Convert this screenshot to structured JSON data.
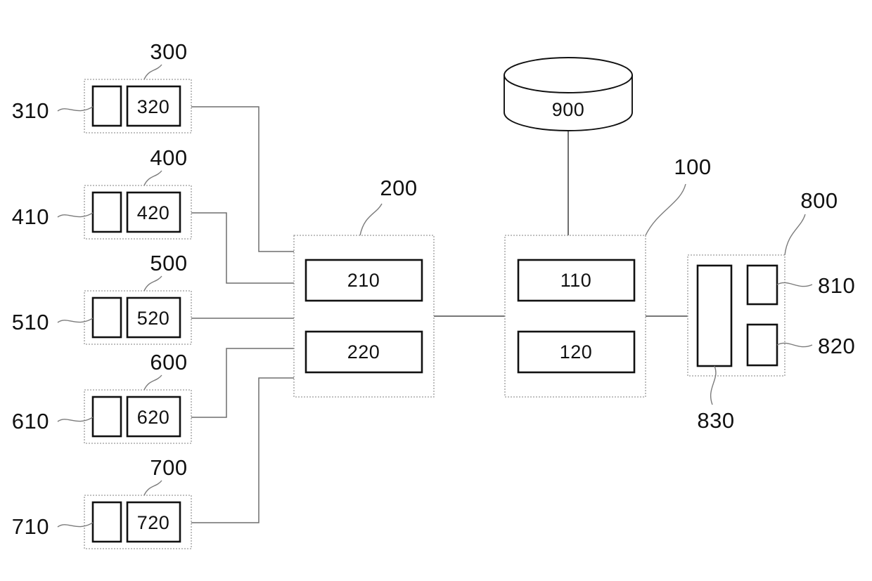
{
  "figure": {
    "type": "patent-block-diagram",
    "background": "#ffffff",
    "stroke_color": "#111111",
    "dotted_stroke_color": "#9a9a9a",
    "connector_color": "#6f6f6f"
  },
  "devices": [
    {
      "group_label": "300",
      "side_label": "310",
      "inner_label": "320"
    },
    {
      "group_label": "400",
      "side_label": "410",
      "inner_label": "420"
    },
    {
      "group_label": "500",
      "side_label": "510",
      "inner_label": "520"
    },
    {
      "group_label": "600",
      "side_label": "610",
      "inner_label": "620"
    },
    {
      "group_label": "700",
      "side_label": "710",
      "inner_label": "720"
    }
  ],
  "gateway": {
    "group_label": "200",
    "modules": [
      {
        "label": "210"
      },
      {
        "label": "220"
      }
    ]
  },
  "server": {
    "group_label": "100",
    "modules": [
      {
        "label": "110"
      },
      {
        "label": "120"
      }
    ]
  },
  "database": {
    "label": "900"
  },
  "terminal": {
    "group_label": "800",
    "main_label": "830",
    "modules": [
      {
        "label": "810"
      },
      {
        "label": "820"
      }
    ]
  }
}
